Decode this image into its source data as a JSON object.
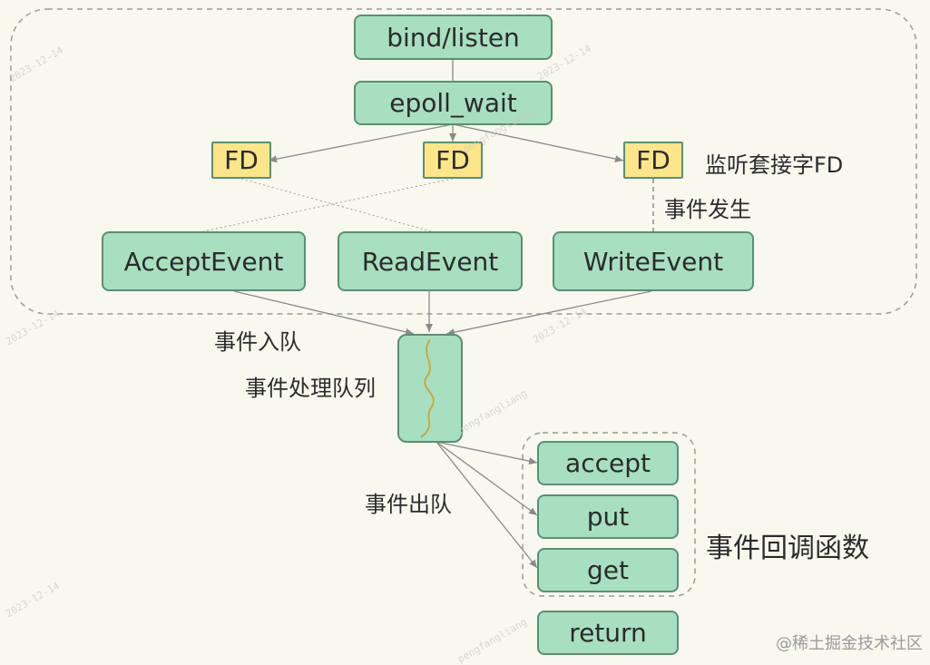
{
  "nodes": {
    "bind_listen": "bind/listen",
    "epoll_wait": "epoll_wait",
    "fd_1": "FD",
    "fd_2": "FD",
    "fd_3": "FD",
    "accept_event": "AcceptEvent",
    "read_event": "ReadEvent",
    "write_event": "WriteEvent",
    "cb_accept": "accept",
    "cb_put": "put",
    "cb_get": "get",
    "cb_return": "return"
  },
  "labels": {
    "listen_socket_fd": "监听套接字FD",
    "event_occurs": "事件发生",
    "event_enqueue": "事件入队",
    "event_queue": "事件处理队列",
    "event_dequeue": "事件出队",
    "event_callbacks": "事件回调函数"
  },
  "watermark": "2023-12-14",
  "watermark_user": "pengfangliang",
  "credit": "@稀土掘金技术社区",
  "colors": {
    "node_fill": "#a8dfc0",
    "node_border": "#5a8f73",
    "fd_fill": "#fde58c",
    "queue_line": "#c8a63a",
    "arrow": "#8a8a8a"
  }
}
